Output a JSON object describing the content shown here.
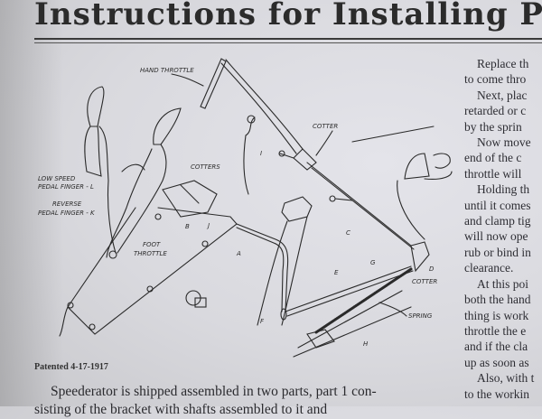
{
  "page": {
    "title": "Instructions for Installing Pe",
    "patent_note": "Patented 4-17-1917",
    "body_lines": [
      "Speederator is shipped assembled in two parts, part 1 con-",
      "sisting of the bracket with shafts assembled to it and"
    ],
    "right_column_lines": [
      {
        "text": "Replace th",
        "indent": true
      },
      {
        "text": "to come thro",
        "indent": false
      },
      {
        "text": "Next, plac",
        "indent": true
      },
      {
        "text": "retarded or c",
        "indent": false
      },
      {
        "text": "by the sprin",
        "indent": false
      },
      {
        "text": "Now move",
        "indent": true
      },
      {
        "text": "end of the c",
        "indent": false
      },
      {
        "text": "throttle will",
        "indent": false
      },
      {
        "text": "Holding th",
        "indent": true
      },
      {
        "text": "until it comes",
        "indent": false
      },
      {
        "text": "and clamp tig",
        "indent": false
      },
      {
        "text": "will now ope",
        "indent": false
      },
      {
        "text": "rub or bind in",
        "indent": false
      },
      {
        "text": "clearance.",
        "indent": false
      },
      {
        "text": "At this poi",
        "indent": true
      },
      {
        "text": "both the hand",
        "indent": false
      },
      {
        "text": "thing is work",
        "indent": false
      },
      {
        "text": "throttle the e",
        "indent": false
      },
      {
        "text": "and if the cla",
        "indent": false
      },
      {
        "text": "up as soon as",
        "indent": false
      },
      {
        "text": "Also, with t",
        "indent": true
      },
      {
        "text": "to the workin",
        "indent": false
      }
    ]
  },
  "diagram": {
    "labels": {
      "hand_throttle": "HAND THROTTLE",
      "cotter_top": "COTTER",
      "cotters": "COTTERS",
      "low_speed_1": "LOW SPEED",
      "low_speed_2": "PEDAL FINGER - L",
      "reverse_1": "REVERSE",
      "reverse_2": "PEDAL FINGER - K",
      "foot_1": "FOOT",
      "foot_2": "THROTTLE",
      "cotter_right": "COTTER",
      "spring": "SPRING",
      "A": "A",
      "B": "B",
      "C": "C",
      "D": "D",
      "E": "E",
      "F": "F",
      "G": "G",
      "H": "H",
      "I": "I",
      "J": "J"
    }
  }
}
